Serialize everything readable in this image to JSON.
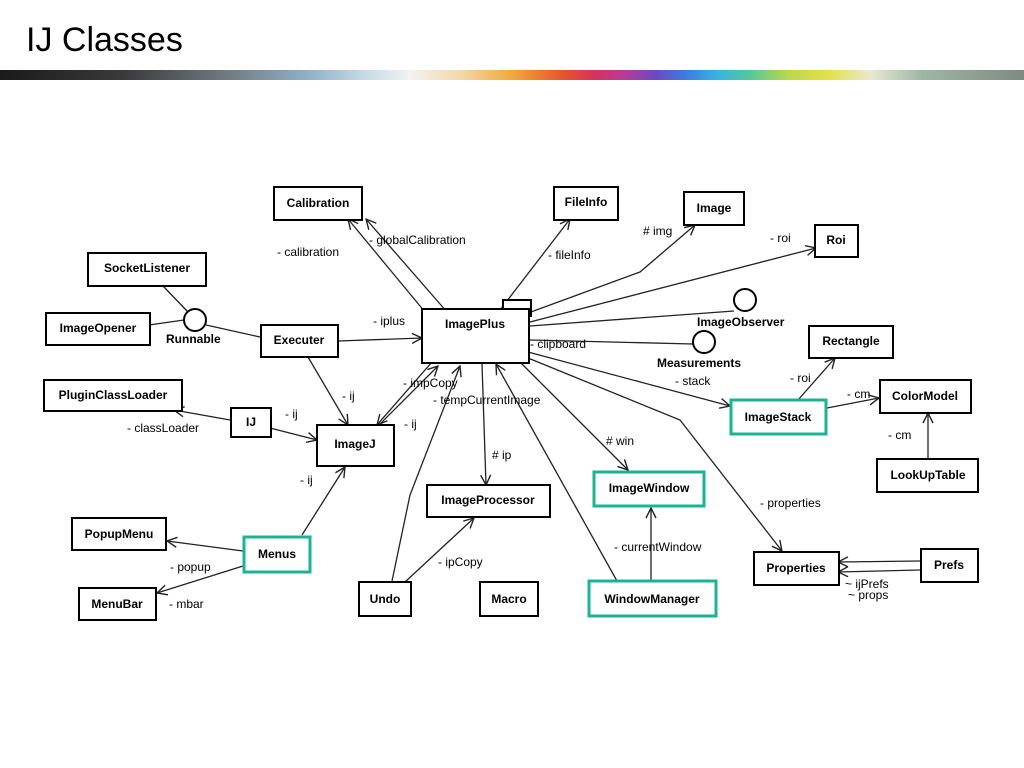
{
  "title": "IJ Classes",
  "colors": {
    "highlight": "#1bb394",
    "box_border": "#000000",
    "line": "#222222"
  },
  "classes": {
    "calibration": "Calibration",
    "fileinfo": "FileInfo",
    "image": "Image",
    "roi": "Roi",
    "socketlistener": "SocketListener",
    "imageopener": "ImageOpener",
    "executer": "Executer",
    "imageplus": "ImagePlus",
    "rectangle": "Rectangle",
    "pluginclassloader": "PluginClassLoader",
    "ij": "IJ",
    "imagej": "ImageJ",
    "imagestack": "ImageStack",
    "colormodel": "ColorModel",
    "lookuptable": "LookUpTable",
    "imagewindow": "ImageWindow",
    "imageprocessor": "ImageProcessor",
    "popupmenu": "PopupMenu",
    "menus": "Menus",
    "properties": "Properties",
    "prefs": "Prefs",
    "menubar": "MenuBar",
    "undo": "Undo",
    "macro": "Macro",
    "windowmanager": "WindowManager"
  },
  "interfaces": {
    "runnable": "Runnable",
    "imageobserver": "ImageObserver",
    "measurements": "Measurements"
  },
  "edges": {
    "calibration": "- calibration",
    "global_calibration": "- globalCalibration",
    "fileinfo": "- fileInfo",
    "img": "# img",
    "roi_imageplus": "- roi",
    "iplus": "- iplus",
    "clipboard": "- clipboard",
    "stack": "- stack",
    "roi_stack": "- roi",
    "cm_stack": "- cm",
    "cm_lut": "- cm",
    "imp_copy": "- impCopy",
    "temp_current_image": "- tempCurrentImage",
    "ij_executer": "- ij",
    "ij_ij": "- ij",
    "ij_imageplus": "- ij",
    "class_loader": "- classLoader",
    "ip": "# ip",
    "win": "# win",
    "properties": "- properties",
    "ij_menus": "- ij",
    "popup": "- popup",
    "mbar": "- mbar",
    "ip_copy": "- ipCopy",
    "current_window": "- currentWindow",
    "ij_prefs": "~ ijPrefs",
    "props": "~ props"
  }
}
